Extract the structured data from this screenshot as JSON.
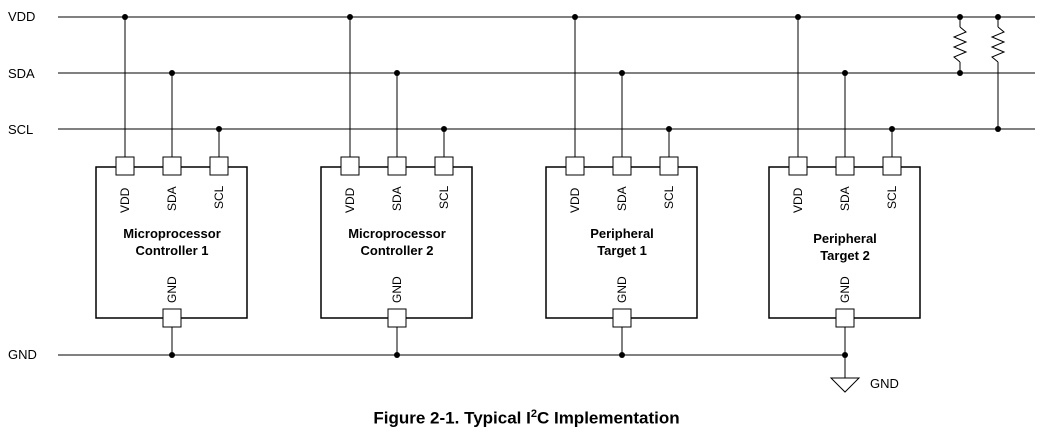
{
  "buses": {
    "vdd": "VDD",
    "sda": "SDA",
    "scl": "SCL",
    "gnd": "GND"
  },
  "pins": {
    "vdd": "VDD",
    "sda": "SDA",
    "scl": "SCL",
    "gnd": "GND"
  },
  "devices": [
    {
      "line1": "Microprocessor",
      "line2": "Controller 1"
    },
    {
      "line1": "Microprocessor",
      "line2": "Controller 2"
    },
    {
      "line1": "Peripheral",
      "line2": "Target 1"
    },
    {
      "line1": "Peripheral",
      "line2": "Target 2"
    }
  ],
  "ground_symbol_label": "GND",
  "caption": {
    "prefix": "Figure 2-1. Typical I",
    "superscript": "2",
    "suffix": "C Implementation"
  }
}
